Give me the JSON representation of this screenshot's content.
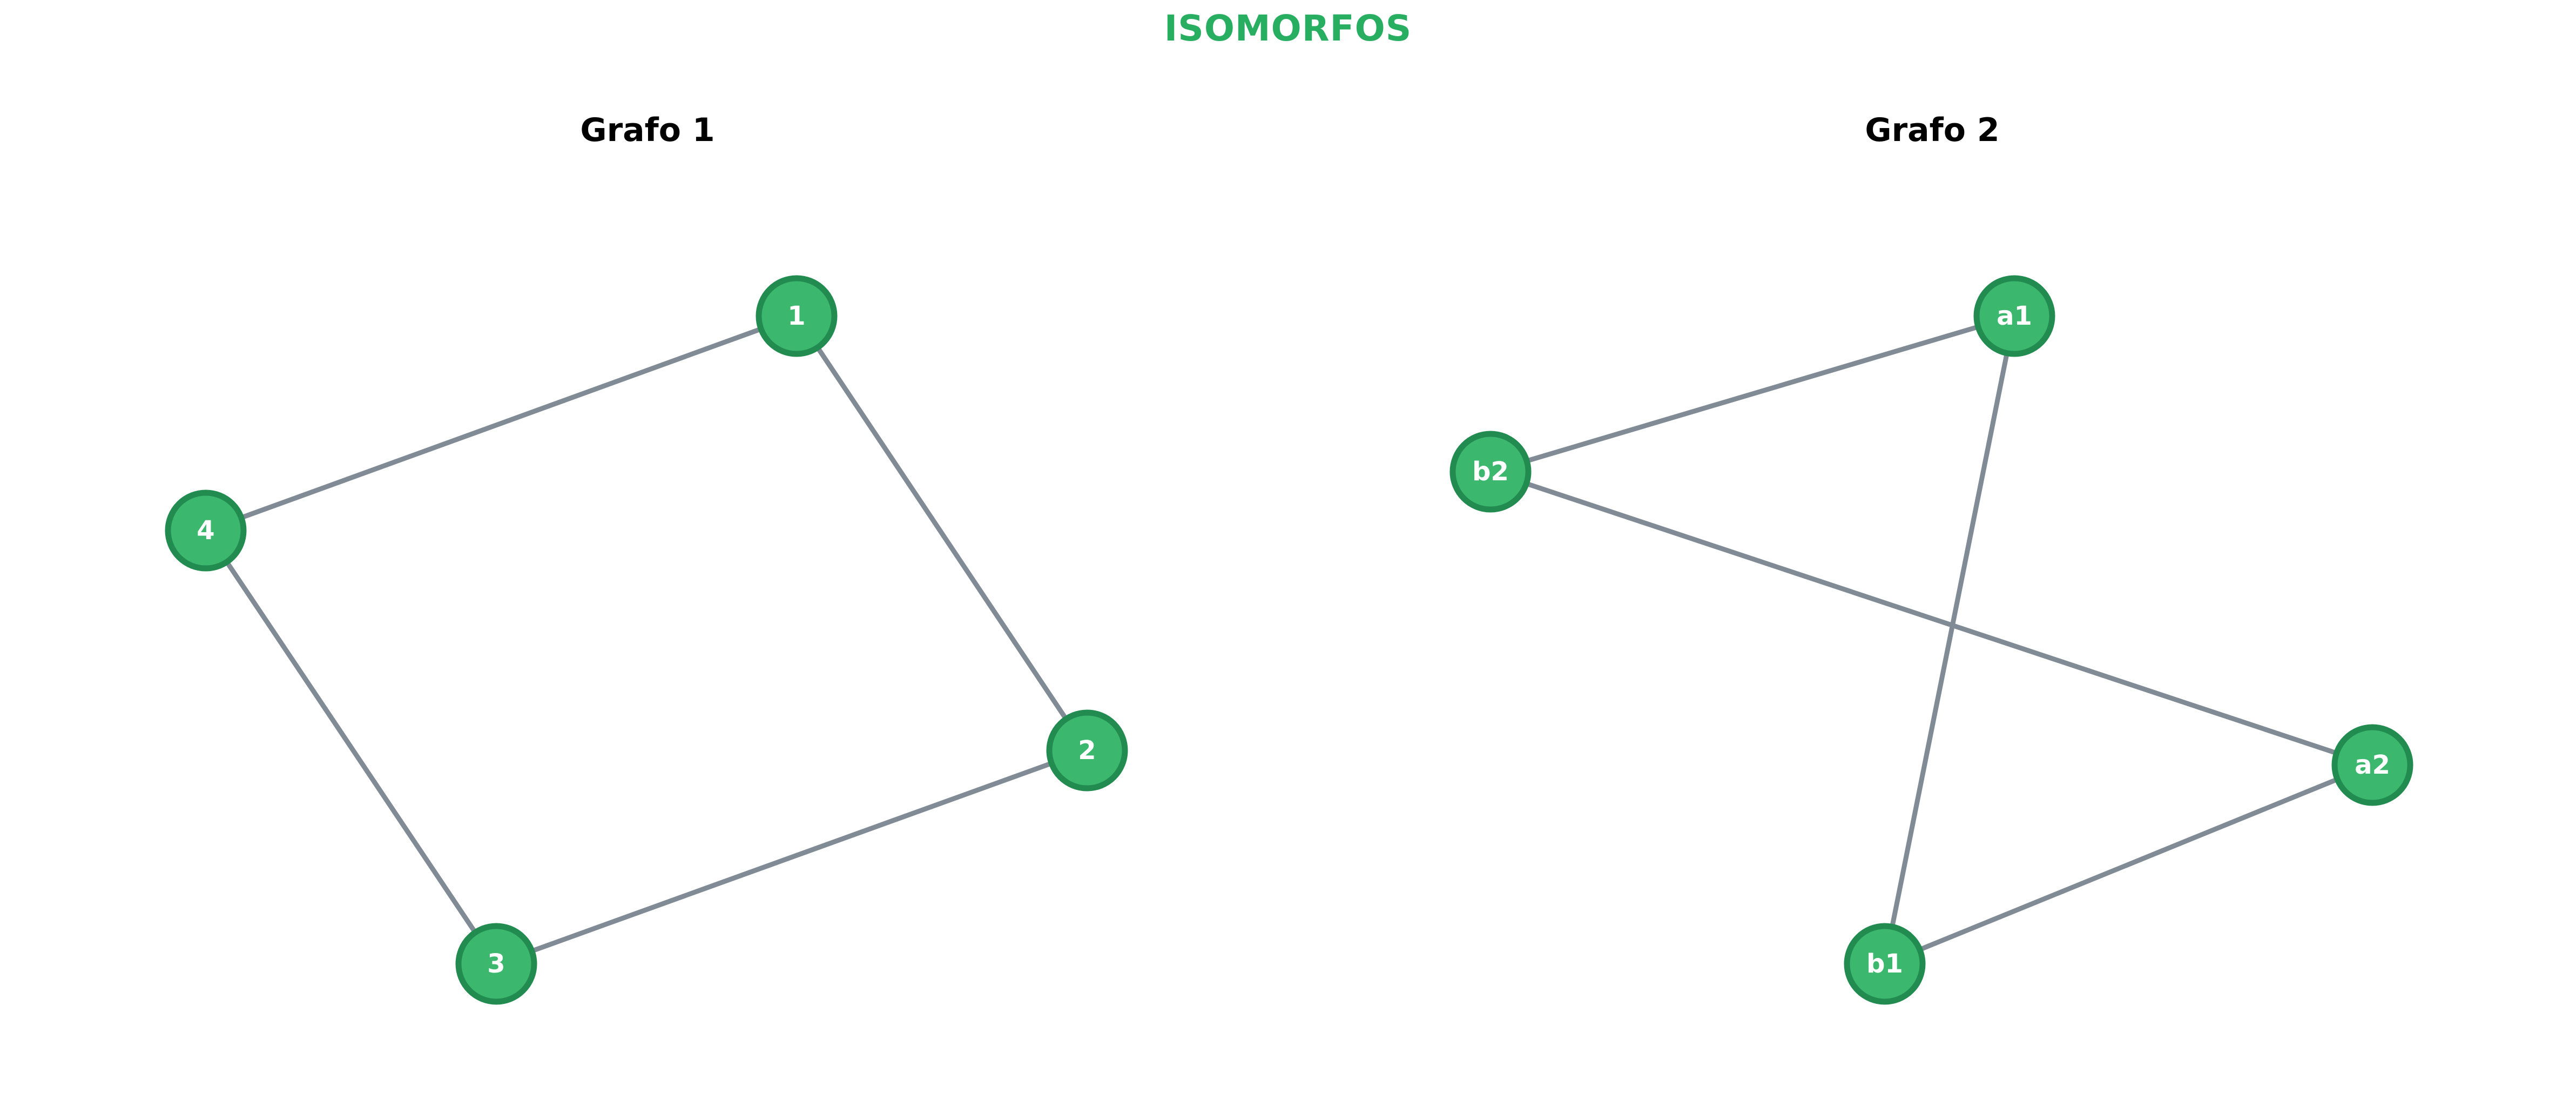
{
  "title": "ISOMORFOS",
  "colors": {
    "title": "#27ae60",
    "node_fill": "#3cb76e",
    "node_stroke": "#228b50",
    "node_label": "#ffffff",
    "edge": "#808b96"
  },
  "graphs": [
    {
      "title": "Grafo 1",
      "nodes": [
        "1",
        "2",
        "3",
        "4"
      ],
      "edges": [
        [
          "1",
          "2"
        ],
        [
          "2",
          "3"
        ],
        [
          "3",
          "4"
        ],
        [
          "4",
          "1"
        ]
      ]
    },
    {
      "title": "Grafo 2",
      "nodes": [
        "a1",
        "a2",
        "b1",
        "b2"
      ],
      "edges": [
        [
          "a1",
          "b1"
        ],
        [
          "a1",
          "b2"
        ],
        [
          "a2",
          "b1"
        ],
        [
          "a2",
          "b2"
        ]
      ]
    }
  ]
}
